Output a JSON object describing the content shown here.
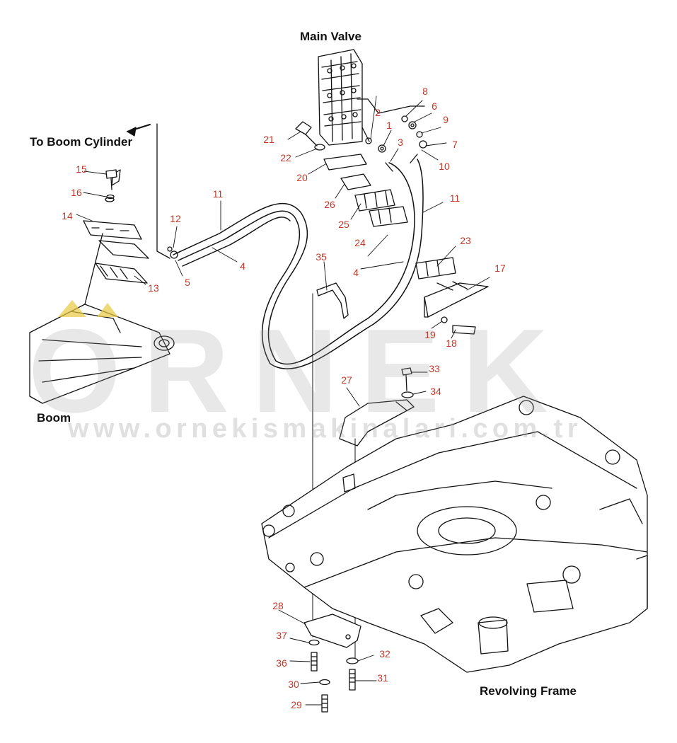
{
  "labels": {
    "main_valve": "Main Valve",
    "to_boom_cylinder": "To Boom Cylinder",
    "boom": "Boom",
    "revolving_frame": "Revolving Frame"
  },
  "callouts": [
    "1",
    "2",
    "3",
    "4",
    "4",
    "5",
    "6",
    "7",
    "8",
    "9",
    "10",
    "11",
    "11",
    "12",
    "13",
    "14",
    "15",
    "16",
    "17",
    "18",
    "19",
    "20",
    "21",
    "22",
    "23",
    "24",
    "25",
    "26",
    "27",
    "28",
    "29",
    "30",
    "31",
    "32",
    "33",
    "34",
    "35",
    "36",
    "37"
  ],
  "watermark": {
    "brand": "ORNEK",
    "url": "www.ornekismakinalari.com.tr"
  },
  "colors": {
    "callout": "#c0392b",
    "line": "#111111",
    "watermark": "#9a9a9a",
    "logo_accent": "#e8c840"
  }
}
